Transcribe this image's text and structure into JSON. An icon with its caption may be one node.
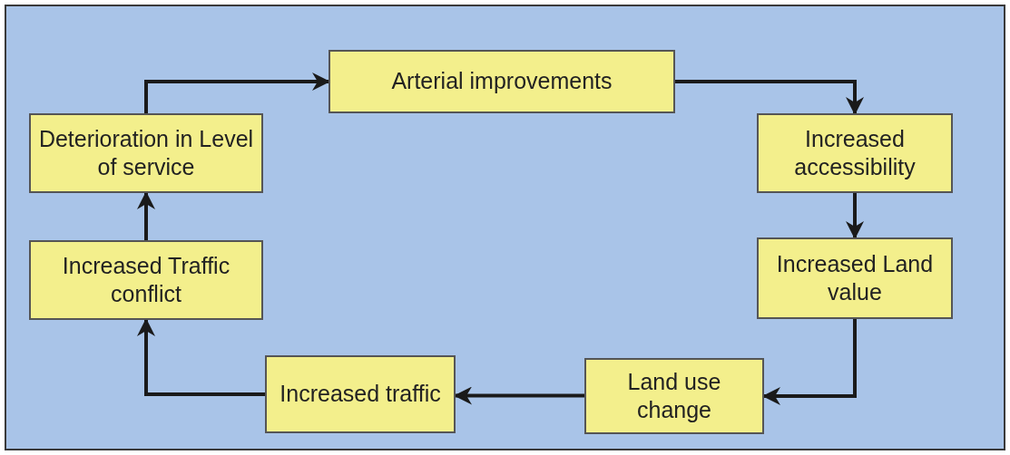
{
  "diagram": {
    "nodes": [
      {
        "text": [
          "Arterial improvements"
        ]
      },
      {
        "text": [
          "Increased accessibility"
        ]
      },
      {
        "text": [
          "Increased Land value"
        ]
      },
      {
        "text": [
          "Land use change"
        ]
      },
      {
        "text": [
          "Increased traffic"
        ]
      },
      {
        "text": [
          "Increased Traffic conflict"
        ]
      },
      {
        "text": [
          "Deterioration in Level of service"
        ]
      }
    ],
    "edges": [
      {
        "from": 6,
        "to": 0,
        "arrow": "to"
      },
      {
        "from": 0,
        "to": 1,
        "arrow": "to"
      },
      {
        "from": 1,
        "to": 2,
        "arrow": "to"
      },
      {
        "from": 2,
        "to": 3,
        "arrow": "to"
      },
      {
        "from": 3,
        "to": 4,
        "arrow": "to"
      },
      {
        "from": 4,
        "to": 5,
        "arrow": "to"
      },
      {
        "from": 5,
        "to": 6,
        "arrow": "to"
      }
    ]
  }
}
